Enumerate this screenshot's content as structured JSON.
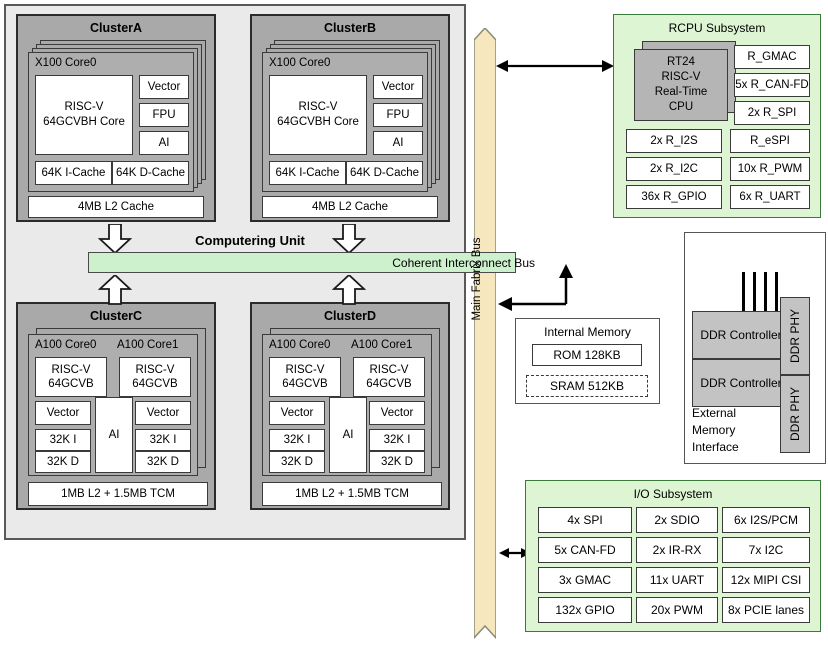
{
  "computing_unit": {
    "label": "Computering Unit",
    "coherent_bus": "Coherent Interconnect Bus",
    "clusters": [
      {
        "name": "ClusterA",
        "core_label": "X100 Core0",
        "core_main": "RISC-V\n64GCVBH Core",
        "core_main_line1": "RISC-V",
        "core_main_line2": "64GCVBH Core",
        "units": [
          "Vector",
          "FPU",
          "AI"
        ],
        "caches": [
          "64K I-Cache",
          "64K D-Cache"
        ],
        "l2": "4MB L2 Cache"
      },
      {
        "name": "ClusterB",
        "core_label": "X100 Core0",
        "core_main_line1": "RISC-V",
        "core_main_line2": "64GCVBH Core",
        "units": [
          "Vector",
          "FPU",
          "AI"
        ],
        "caches": [
          "64K I-Cache",
          "64K D-Cache"
        ],
        "l2": "4MB L2 Cache"
      },
      {
        "name": "ClusterC",
        "cores": [
          {
            "label": "A100 Core0",
            "riscv_line1": "RISC-V",
            "riscv_line2": "64GCVB",
            "vector": "Vector",
            "icache": "32K I",
            "dcache": "32K D"
          },
          {
            "label": "A100 Core1",
            "riscv_line1": "RISC-V",
            "riscv_line2": "64GCVB",
            "vector": "Vector",
            "icache": "32K I",
            "dcache": "32K D"
          }
        ],
        "ai": "AI",
        "l2": "1MB L2 + 1.5MB TCM"
      },
      {
        "name": "ClusterD",
        "cores": [
          {
            "label": "A100 Core0",
            "riscv_line1": "RISC-V",
            "riscv_line2": "64GCVB",
            "vector": "Vector",
            "icache": "32K I",
            "dcache": "32K D"
          },
          {
            "label": "A100 Core1",
            "riscv_line1": "RISC-V",
            "riscv_line2": "64GCVB",
            "vector": "Vector",
            "icache": "32K I",
            "dcache": "32K D"
          }
        ],
        "ai": "AI",
        "l2": "1MB L2 + 1.5MB TCM"
      }
    ]
  },
  "main_fabric_bus": {
    "label": "Main Fabrix Bus"
  },
  "rcpu_subsystem": {
    "title": "RCPU Subsystem",
    "cpu_lines": [
      "RT24",
      "RISC-V",
      "Real-Time",
      "CPU"
    ],
    "right_column": [
      "R_GMAC",
      "5x R_CAN-FD",
      "2x R_SPI"
    ],
    "bottom_left": [
      "2x R_I2S",
      "2x R_I2C",
      "36x R_GPIO"
    ],
    "bottom_right": [
      "R_eSPI",
      "10x R_PWM",
      "6x R_UART"
    ]
  },
  "internal_memory": {
    "title": "Internal Memory",
    "rom": "ROM 128KB",
    "sram": "SRAM 512KB"
  },
  "external_memory": {
    "label_lines": [
      "External",
      "Memory",
      "Interface"
    ],
    "controllers": [
      "DDR Controller",
      "DDR Controller"
    ],
    "phys": [
      "DDR PHY",
      "DDR PHY"
    ]
  },
  "io_subsystem": {
    "title": "I/O Subsystem",
    "rows": [
      [
        "4x SPI",
        "2x SDIO",
        "6x I2S/PCM"
      ],
      [
        "5x CAN-FD",
        "2x IR-RX",
        "7x I2C"
      ],
      [
        "3x GMAC",
        "11x UART",
        "12x MIPI CSI"
      ],
      [
        "132x GPIO",
        "20x PWM",
        "8x PCIE lanes"
      ]
    ]
  },
  "colors": {
    "bus_green": "#cdf0cd",
    "subsystem_green": "#ddf5d2",
    "cluster_gray": "#a9a9a9",
    "fabric_tan": "#f7e7bf",
    "panel_gray": "#eaeaea"
  }
}
